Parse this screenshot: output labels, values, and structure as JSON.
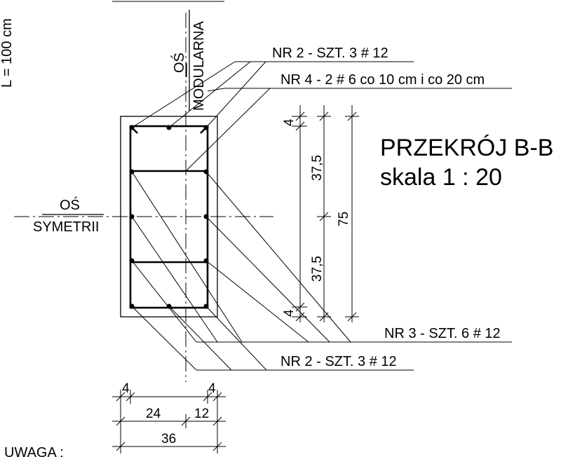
{
  "top_clipped": {
    "text_left": "L = 100 cm"
  },
  "axes": {
    "modular_os": "OŚ",
    "modular_name": "MODULARNA",
    "symmetry_os": "OŚ",
    "symmetry_name": "SYMETRII"
  },
  "callouts": {
    "nr2_top": "NR 2  - SZT. 3 # 12",
    "nr4": "NR 4 - 2 # 6 co 10 cm i co 20 cm",
    "nr3": "NR 3  - SZT. 6 # 12",
    "nr2_bottom": "NR 2  - SZT. 3 # 12"
  },
  "title": {
    "line1": "PRZEKRÓJ B-B",
    "line2": "skala 1 : 20"
  },
  "dims_vertical": {
    "cover_top": "4",
    "half_top": "37,5",
    "total": "75",
    "half_bottom": "37,5",
    "cover_bottom": "4"
  },
  "dims_horizontal": {
    "cover_left": "4",
    "cover_right": "4",
    "part_left": "24",
    "part_right": "12",
    "total": "36"
  },
  "note": {
    "label": "UWAGA :"
  }
}
